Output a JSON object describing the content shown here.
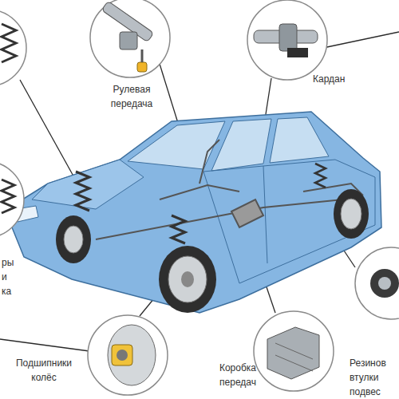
{
  "diagram": {
    "labels": [
      "Рулевая передача",
      "Кардан",
      "ры и ка",
      "Подшипники колёс",
      "Коробка передач",
      "Резинов втулки подвес"
    ]
  }
}
